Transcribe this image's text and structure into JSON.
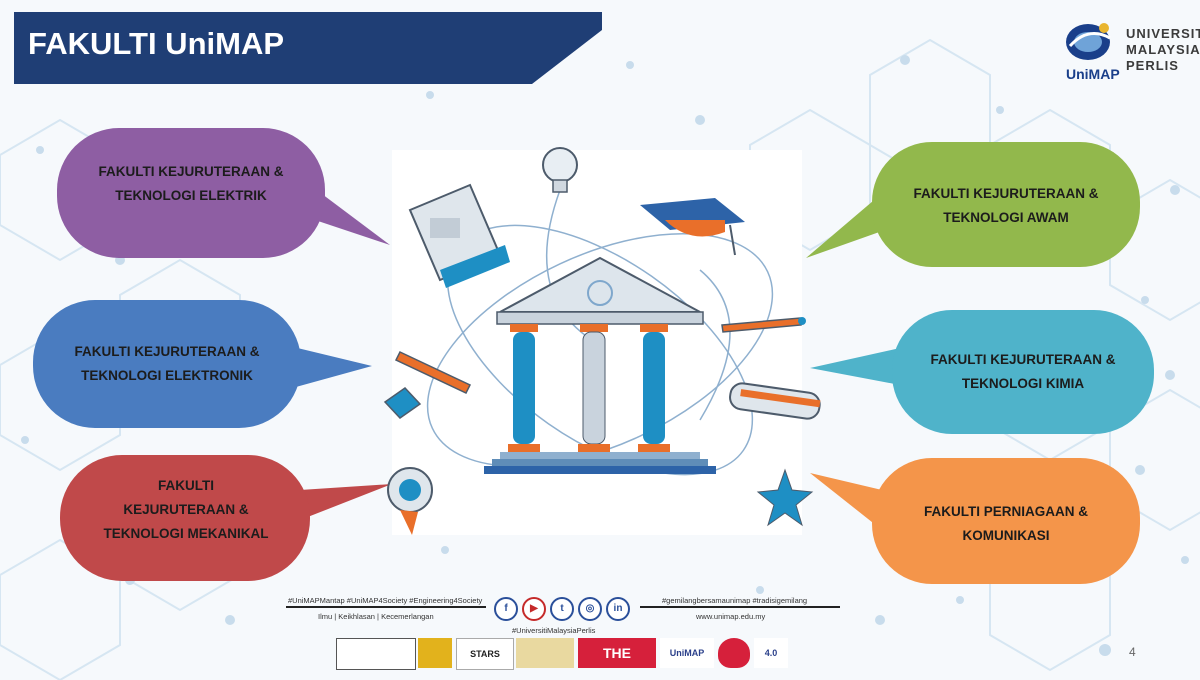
{
  "slide": {
    "title": "FAKULTI UniMAP",
    "page_number": "4"
  },
  "logo": {
    "line1": "UNIVERSITI",
    "line2": "MALAYSIA",
    "line3": "PERLIS",
    "brand": "UniMAP"
  },
  "faculties": [
    {
      "lines": [
        "FAKULTI KEJURUTERAAN &",
        "TEKNOLOGI ELEKTRIK"
      ],
      "color": "#8e5ea3"
    },
    {
      "lines": [
        "FAKULTI KEJURUTERAAN &",
        "TEKNOLOGI ELEKTRONIK"
      ],
      "color": "#4a7cc0"
    },
    {
      "lines": [
        "FAKULTI",
        "KEJURUTERAAN &",
        "TEKNOLOGI MEKANIKAL"
      ],
      "color": "#c0494a"
    },
    {
      "lines": [
        "FAKULTI KEJURUTERAAN &",
        "TEKNOLOGI AWAM"
      ],
      "color": "#92b84c"
    },
    {
      "lines": [
        "FAKULTI KEJURUTERAAN &",
        "TEKNOLOGI KIMIA"
      ],
      "color": "#4fb3ca"
    },
    {
      "lines": [
        "FAKULTI  PERNIAGAAN  &",
        "KOMUNIKASI"
      ],
      "color": "#f4954a"
    }
  ],
  "footer": {
    "hashtags_left": "#UniMAPMantap  #UniMAP4Society  #Engineering4Society",
    "motto": "Ilmu | Keikhlasan | Kecemerlangan",
    "hashtags_right": "#gemilangbersamaunimap  #tradisigemilang",
    "website": "www.unimap.edu.my",
    "social_handle": "#UniversitiMalaysiaPerlis",
    "social_icons": [
      "f",
      "▶",
      "t",
      "◎",
      "in"
    ],
    "badges": [
      "STARS",
      "THE",
      "UniMAP",
      "4.0"
    ]
  },
  "colors": {
    "banner": "#1f3e75",
    "accent_orange": "#e96f2a"
  }
}
